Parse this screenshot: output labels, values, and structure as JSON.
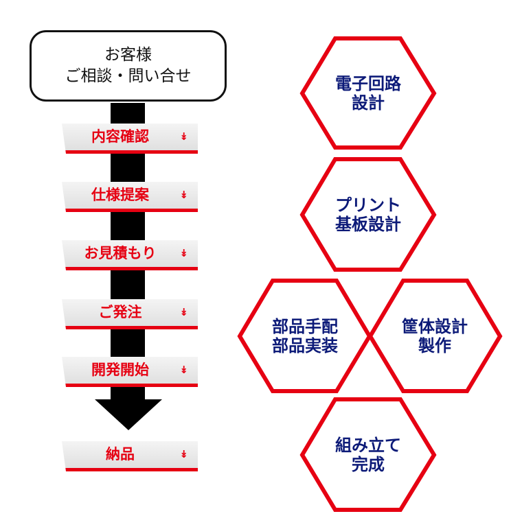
{
  "flow": {
    "start_line1": "お客様",
    "start_line2": "ご相談・問い合せ",
    "arrow_glyph": "↡",
    "steps": [
      "内容確認",
      "仕様提案",
      "お見積もり",
      "ご発注",
      "開発開始",
      "納品"
    ]
  },
  "services": [
    {
      "line1": "電子回路",
      "line2": "設計"
    },
    {
      "line1": "プリント",
      "line2": "基板設計"
    },
    {
      "line1": "部品手配",
      "line2": "部品実装"
    },
    {
      "line1": "筐体設計",
      "line2": "製作"
    },
    {
      "line1": "組み立て",
      "line2": "完成"
    }
  ],
  "colors": {
    "accent_red": "#e60012",
    "hex_text_navy": "#0c1a78",
    "arrow_black": "#000000"
  }
}
